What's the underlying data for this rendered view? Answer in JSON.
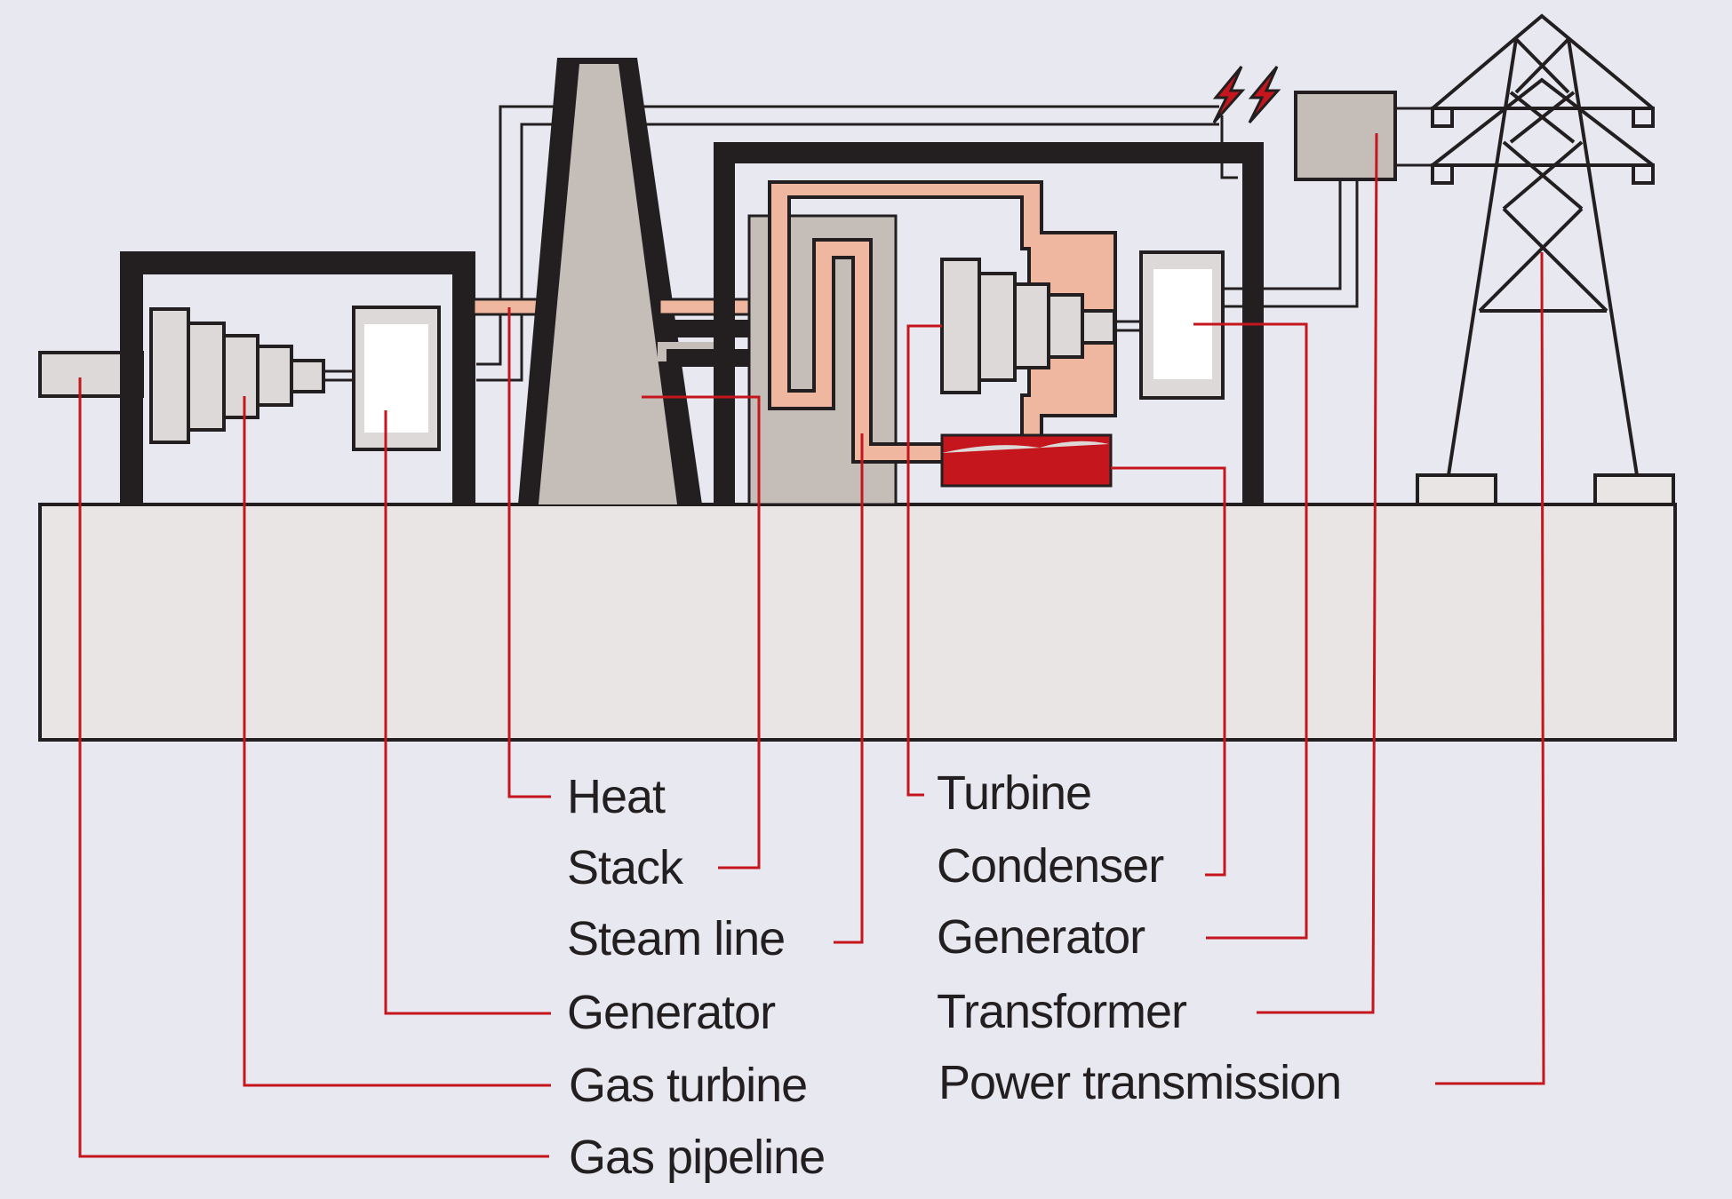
{
  "labels_left": {
    "heat": "Heat",
    "stack": "Stack",
    "steam_line": "Steam line",
    "generator": "Generator",
    "gas_turbine": "Gas turbine",
    "gas_pipeline": "Gas pipeline"
  },
  "labels_right": {
    "turbine": "Turbine",
    "condenser": "Condenser",
    "generator": "Generator",
    "transformer": "Transformer",
    "power_transmission": "Power transmission"
  },
  "colors": {
    "background": "#e8e8f0",
    "outline": "#231f20",
    "leader": "#c4161c",
    "machine_fill": "#dcd9d8",
    "stack_fill": "#c5bdb8",
    "steam_fill": "#efb7a0",
    "water_fill": "#c4161c",
    "ground_fill": "#e8e5e4"
  },
  "icons": [
    "lightning-bolt-icon",
    "transmission-tower-icon"
  ]
}
